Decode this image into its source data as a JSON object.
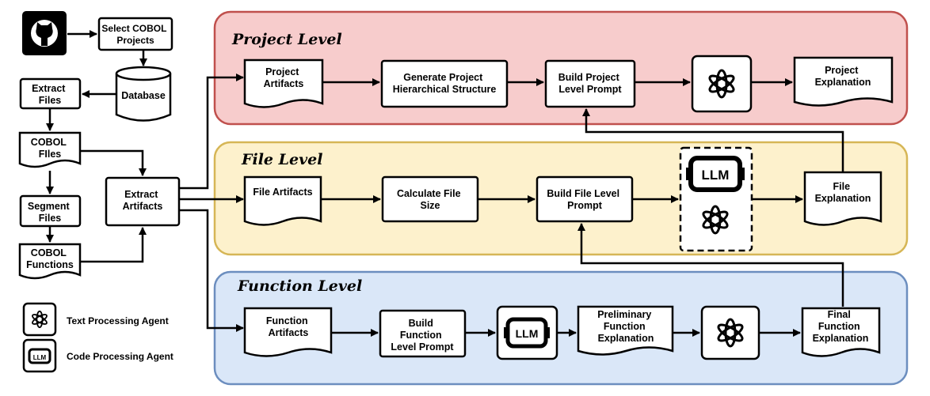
{
  "levels": {
    "project": "Project Level",
    "file": "File Level",
    "function": "Function Level"
  },
  "pipeline": {
    "select": [
      "Select COBOL",
      "Projects"
    ],
    "database": "Database",
    "extract_files": [
      "Extract",
      "Files"
    ],
    "cobol_files": [
      "COBOL",
      "FIles"
    ],
    "segment_files": [
      "Segment",
      "Files"
    ],
    "cobol_functions": [
      "COBOL",
      "Functions"
    ],
    "extract_artifacts": [
      "Extract",
      "Artifacts"
    ]
  },
  "project": {
    "artifacts": [
      "Project",
      "Artifacts"
    ],
    "hierarchy": [
      "Generate Project",
      "Hierarchical Structure"
    ],
    "prompt": [
      "Build Project",
      "Level Prompt"
    ],
    "explanation": [
      "Project",
      "Explanation"
    ]
  },
  "file": {
    "artifacts": "File Artifacts",
    "size": [
      "Calculate File",
      "Size"
    ],
    "prompt": [
      "Build File Level",
      "Prompt"
    ],
    "explanation": [
      "File",
      "Explanation"
    ]
  },
  "function": {
    "artifacts": [
      "Function",
      "Artifacts"
    ],
    "prompt": [
      "Build",
      "Function",
      "Level Prompt"
    ],
    "preliminary": [
      "Preliminary",
      "Function",
      "Explanation"
    ],
    "final": [
      "Final",
      "Function",
      "Explanation"
    ]
  },
  "legend": {
    "text_agent": "Text Processing Agent",
    "code_agent": "Code Processing Agent"
  },
  "icons": {
    "github": "github-icon",
    "openai": "openai-icon",
    "llm": "llm-icon"
  },
  "colors": {
    "project_fill": "#f7cccc",
    "project_stroke": "#c0504d",
    "file_fill": "#fdf1cc",
    "file_stroke": "#d6b656",
    "function_fill": "#dae7f8",
    "function_stroke": "#6c8ebf"
  }
}
